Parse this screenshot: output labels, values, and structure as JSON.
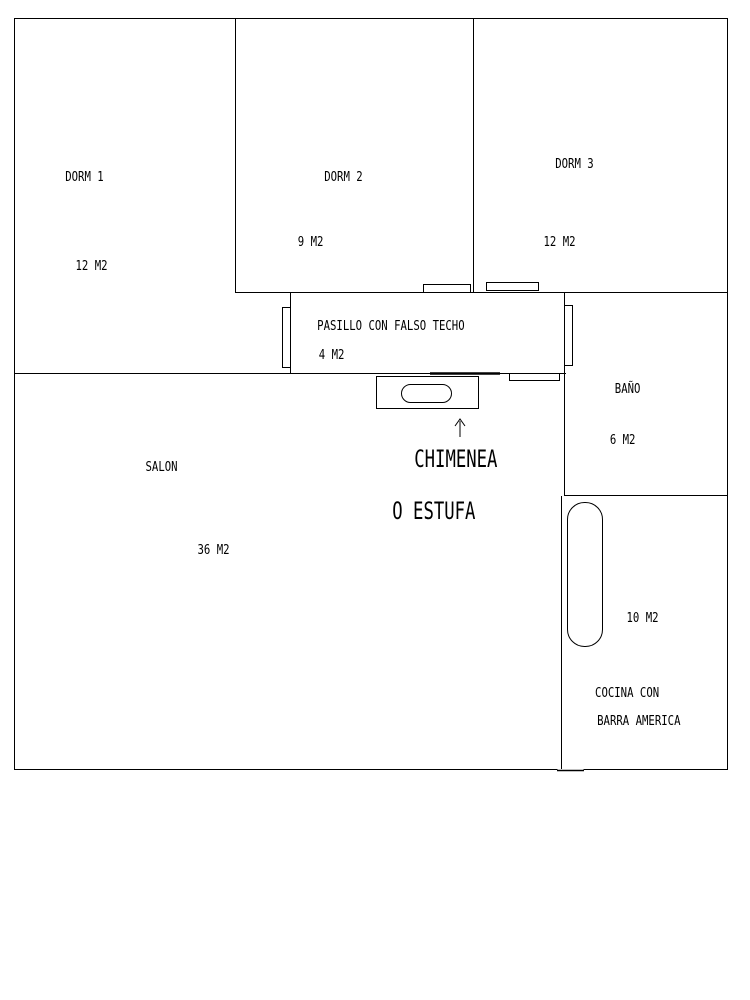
{
  "rooms": {
    "dorm1": {
      "name": "DORM 1",
      "area": "12 M2"
    },
    "dorm2": {
      "name": "DORM 2",
      "area": "9 M2"
    },
    "dorm3": {
      "name": "DORM 3",
      "area": "12 M2"
    },
    "pasillo": {
      "name": "PASILLO CON FALSO TECHO",
      "area": "4 M2"
    },
    "bano": {
      "name": "BAÑO",
      "area": "6 M2"
    },
    "salon": {
      "name": "SALON",
      "area": "36 M2"
    },
    "cocina": {
      "name_line1": "COCINA CON",
      "name_line2": "BARRA AMERICA",
      "area": "10 M2"
    }
  },
  "fireplace": {
    "line1": "CHIMENEA",
    "line2": "O ESTUFA",
    "arrow": "↑"
  }
}
